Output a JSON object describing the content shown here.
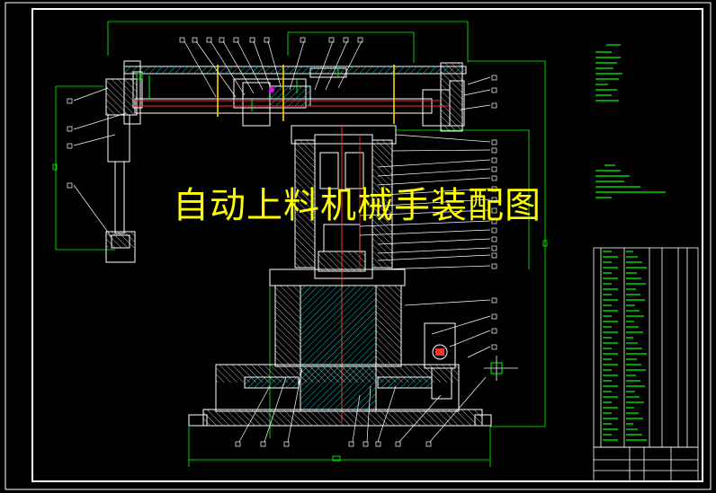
{
  "drawing": {
    "title": "自动上料机械手装配图"
  },
  "colors": {
    "background": "#000000",
    "frame": "#ffffff",
    "outline": "#ffffff",
    "dimension": "#00ff00",
    "center_line": "#ff3030",
    "hatch": "#00c8c8",
    "title_text": "#ffff00",
    "highlight": "#ff00ff"
  },
  "icons": {
    "balloon_leader": "leader-line-with-square-tag",
    "section_hatch": "diagonal-hatch"
  }
}
